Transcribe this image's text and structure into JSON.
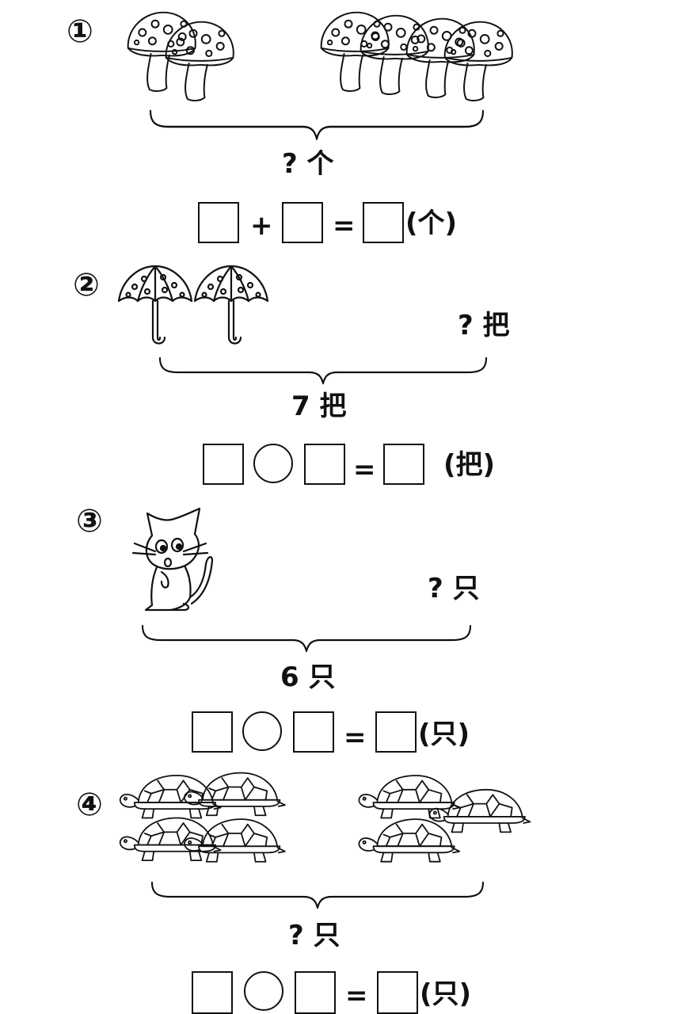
{
  "problems": [
    {
      "number": "①",
      "question": "? 个",
      "op1": "+",
      "equals": "=",
      "unit": "(个)"
    },
    {
      "number": "②",
      "question": "? 把",
      "total": "7 把",
      "equals": "=",
      "unit": "(把)"
    },
    {
      "number": "③",
      "question": "? 只",
      "total": "6 只",
      "equals": "=",
      "unit": "(只)"
    },
    {
      "number": "④",
      "question": "? 只",
      "equals": "=",
      "unit": "(只)"
    }
  ],
  "icons": {
    "mushroom": "mushroom-icon",
    "umbrella": "umbrella-icon",
    "cat": "cat-icon",
    "turtle": "turtle-icon",
    "brace": "brace-icon"
  }
}
